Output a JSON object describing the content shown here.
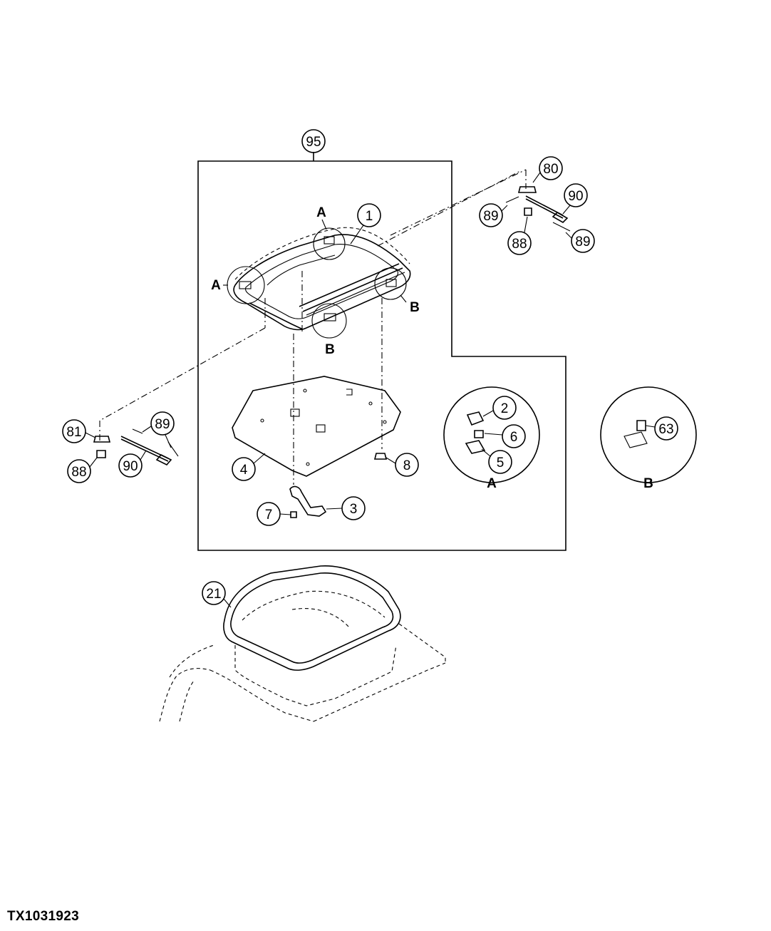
{
  "figure_id": "TX1031923",
  "callouts": {
    "c95": "95",
    "c1": "1",
    "c80": "80",
    "c90a": "90",
    "c89a": "89",
    "c88a": "88",
    "c89b": "89",
    "c81": "81",
    "c89c": "89",
    "c88b": "88",
    "c90b": "90",
    "c4": "4",
    "c8": "8",
    "c7": "7",
    "c3": "3",
    "c2": "2",
    "c6": "6",
    "c5": "5",
    "c63": "63",
    "c21": "21"
  },
  "letters": {
    "a_top": "A",
    "a_left": "A",
    "b_right": "B",
    "b_bottom": "B",
    "detail_a": "A",
    "detail_b": "B"
  }
}
